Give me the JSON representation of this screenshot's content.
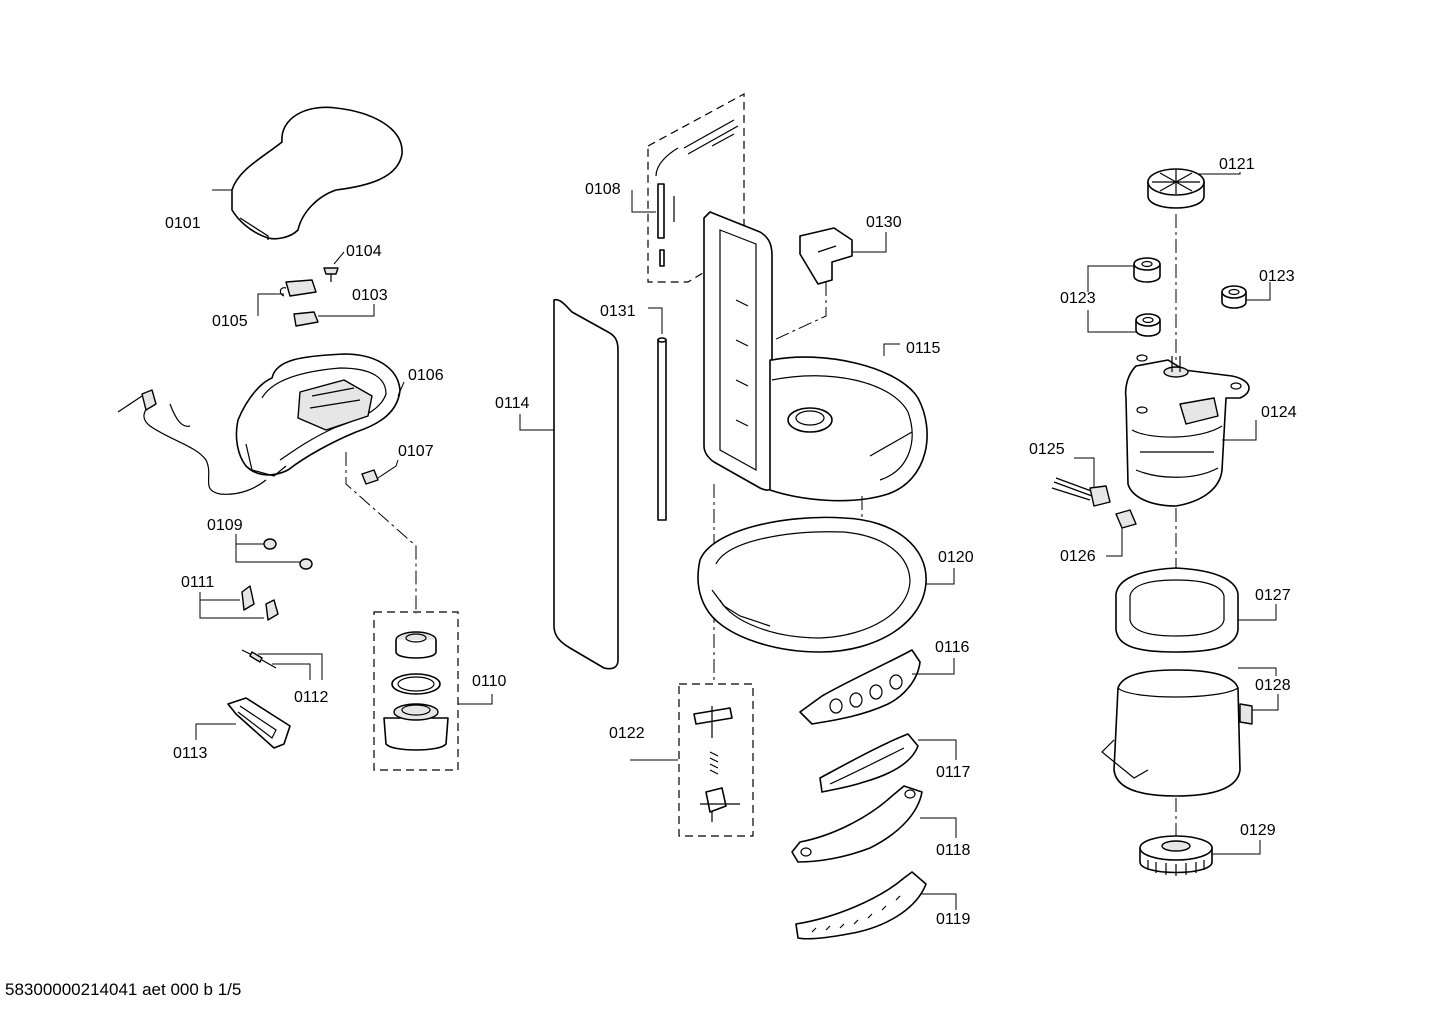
{
  "callouts": {
    "c0101": "0101",
    "c0103": "0103",
    "c0104": "0104",
    "c0105": "0105",
    "c0106": "0106",
    "c0107": "0107",
    "c0108": "0108",
    "c0109": "0109",
    "c0110": "0110",
    "c0111": "0111",
    "c0112": "0112",
    "c0113": "0113",
    "c0114": "0114",
    "c0115": "0115",
    "c0116": "0116",
    "c0117": "0117",
    "c0118": "0118",
    "c0119": "0119",
    "c0120": "0120",
    "c0121": "0121",
    "c0122": "0122",
    "c0123a": "0123",
    "c0123b": "0123",
    "c0124": "0124",
    "c0125": "0125",
    "c0126": "0126",
    "c0127": "0127",
    "c0128": "0128",
    "c0129": "0129",
    "c0130": "0130",
    "c0131": "0131"
  },
  "footer": "58300000214041 aet 000 b 1/5"
}
